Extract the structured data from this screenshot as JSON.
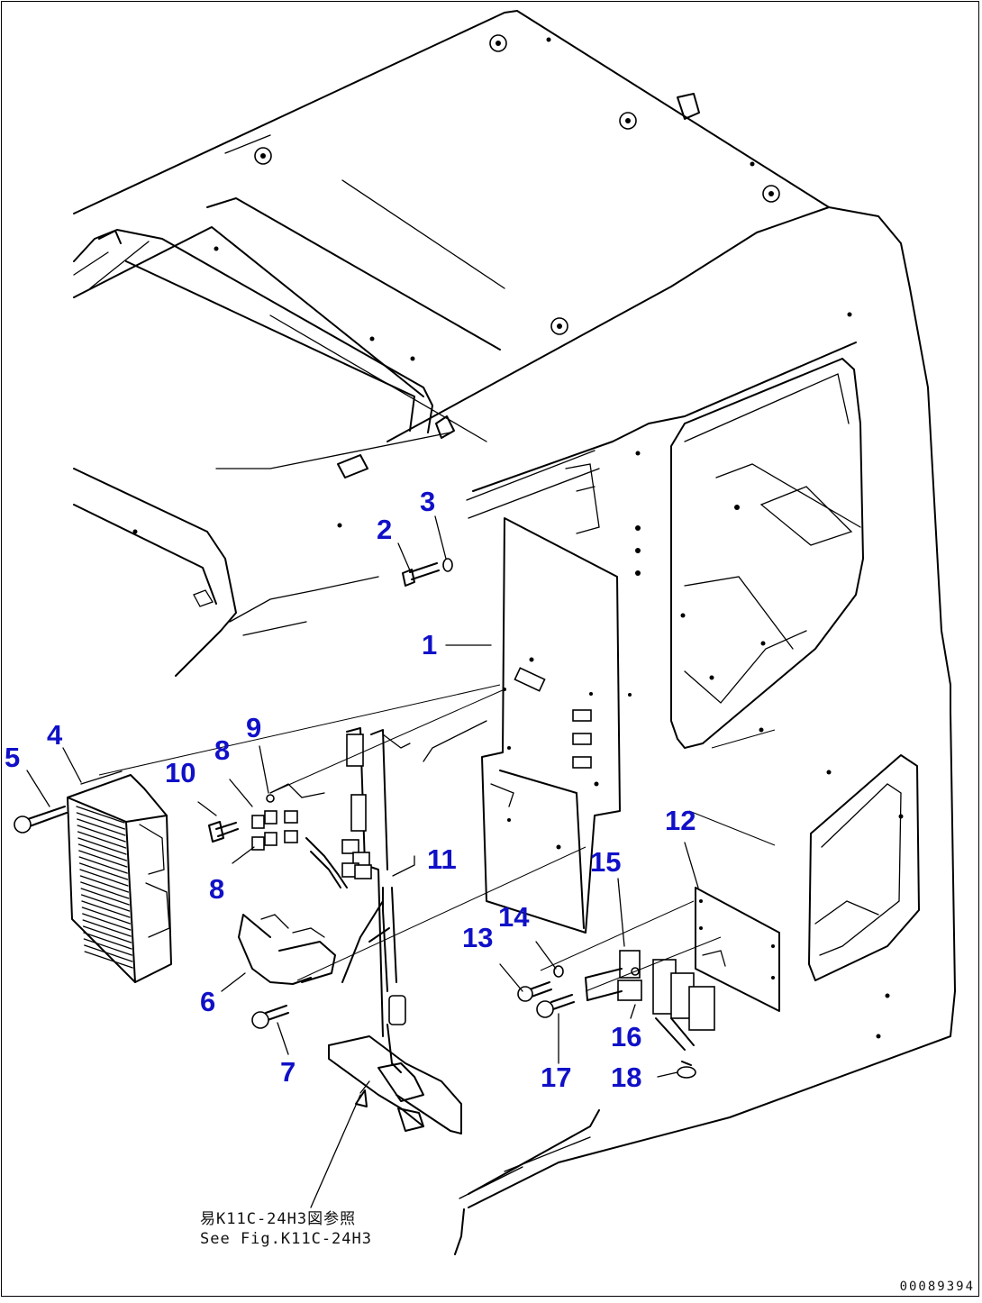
{
  "callouts": {
    "c1": "1",
    "c2": "2",
    "c3": "3",
    "c4": "4",
    "c5": "5",
    "c6": "6",
    "c7": "7",
    "c8a": "8",
    "c8b": "8",
    "c9": "9",
    "c10": "10",
    "c11": "11",
    "c12": "12",
    "c13": "13",
    "c14": "14",
    "c15": "15",
    "c16": "16",
    "c17": "17",
    "c18": "18"
  },
  "note": {
    "line1": "易K11C-24H3図参照",
    "line2": "See Fig.K11C-24H3"
  },
  "drawing_code": "00089394",
  "colors": {
    "callout": "#1010c8",
    "line": "#000000"
  }
}
